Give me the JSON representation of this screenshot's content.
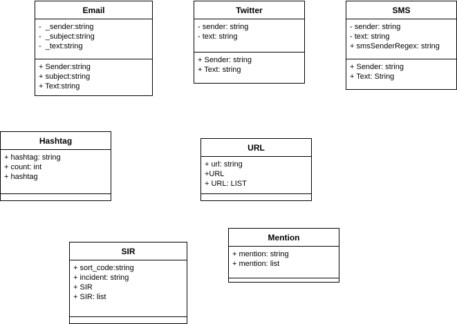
{
  "classes": {
    "email": {
      "name": "Email",
      "attributes": [
        "-  _sender:string",
        "-  _subject:string",
        "-  _text:string"
      ],
      "methods": [
        "+ Sender:string",
        "+ subject:string",
        "+ Text:string"
      ]
    },
    "twitter": {
      "name": "Twitter",
      "attributes": [
        "- sender: string",
        "- text: string"
      ],
      "methods": [
        "+ Sender: string",
        "+ Text: string"
      ]
    },
    "sms": {
      "name": "SMS",
      "attributes": [
        "- sender: string",
        "- text: string",
        "+ smsSenderRegex: string"
      ],
      "methods": [
        "+ Sender: string",
        "+ Text: String"
      ]
    },
    "hashtag": {
      "name": "Hashtag",
      "attributes": [
        "+ hashtag: string",
        "+ count: int",
        "+ hashtag"
      ],
      "methods": []
    },
    "url": {
      "name": "URL",
      "attributes": [
        "+ url: string",
        "+URL",
        "+ URL: LIST"
      ],
      "methods": []
    },
    "mention": {
      "name": "Mention",
      "attributes": [
        "+ mention: string",
        "+ mention: list"
      ],
      "methods": []
    },
    "sir": {
      "name": "SIR",
      "attributes": [
        "+ sort_code:string",
        "+ incident: string",
        "+ SIR",
        "+ SIR: list"
      ],
      "methods": []
    }
  }
}
